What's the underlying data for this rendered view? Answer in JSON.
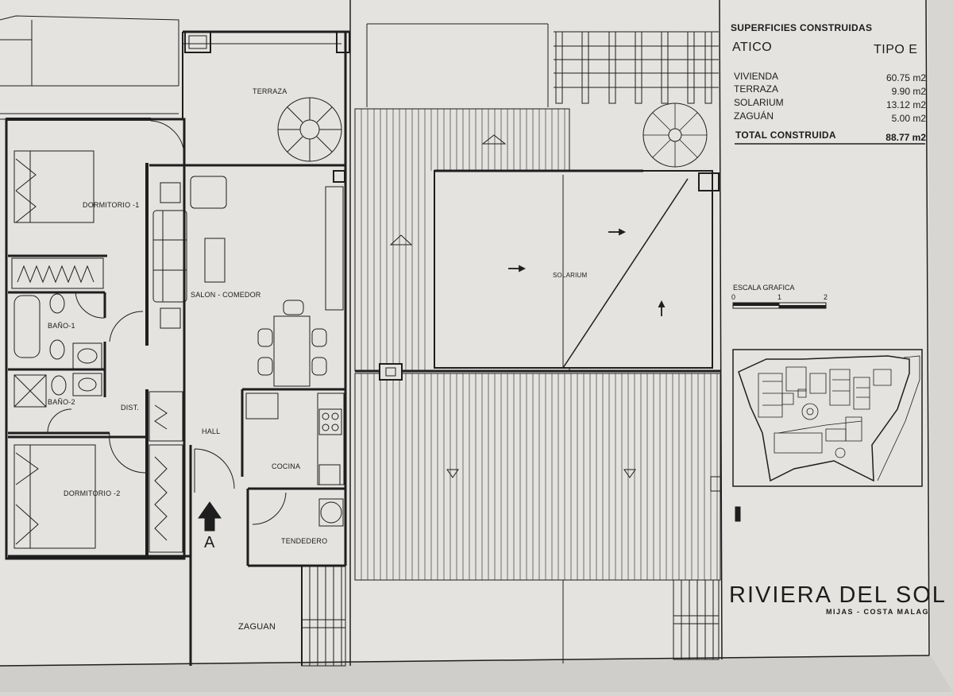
{
  "table": {
    "heading": "SUPERFICIES CONSTRUIDAS",
    "floor": "ATICO",
    "type": "TIPO E",
    "rows": [
      {
        "label": "VIVIENDA",
        "value": "60.75 m2"
      },
      {
        "label": "TERRAZA",
        "value": "9.90 m2"
      },
      {
        "label": "SOLARIUM",
        "value": "13.12 m2"
      },
      {
        "label": "ZAGUÁN",
        "value": "5.00 m2"
      }
    ],
    "total_label": "TOTAL CONSTRUIDA",
    "total_value": "88.77 m2"
  },
  "scale": {
    "label": "ESCALA GRAFICA",
    "ticks": [
      "0",
      "1",
      "2"
    ]
  },
  "rooms": {
    "terraza": "TERRAZA",
    "dormitorio1": "DORMITORIO -1",
    "salon": "SALON - COMEDOR",
    "bano1": "BAÑO-1",
    "bano2": "BAÑO-2",
    "dist": "DIST.",
    "hall": "HALL",
    "cocina": "COCINA",
    "dormitorio2": "DORMITORIO -2",
    "tendedero": "TENDEDERO",
    "zaguan": "ZAGUAN",
    "solarium": "SOLARIUM",
    "entry_marker": "A"
  },
  "title_block": {
    "title": "RIVIERA DEL SOL",
    "subtitle": "MIJAS - COSTA MALAG"
  },
  "colors": {
    "paper": "#e4e3e0",
    "line": "#1e1e1e",
    "background": "#d7d6d3"
  }
}
